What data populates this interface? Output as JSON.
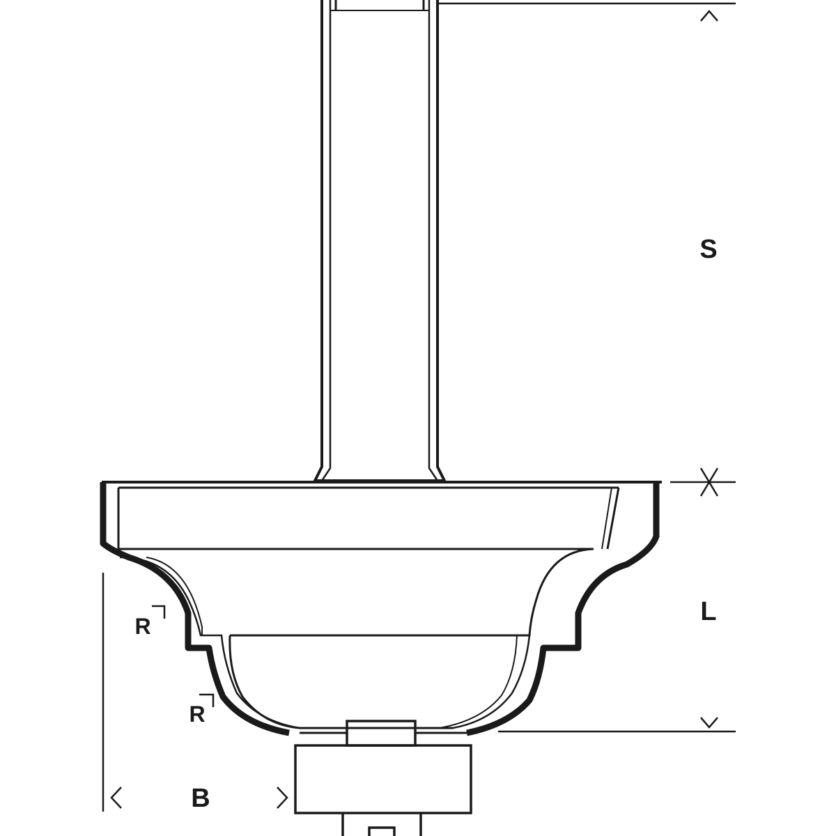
{
  "labels": {
    "shank_length": "S",
    "cutting_length": "L",
    "cutting_width": "B",
    "radius_upper": "R",
    "radius_lower": "R"
  },
  "colors": {
    "line": "#1a1a1a",
    "background": "#ffffff"
  }
}
